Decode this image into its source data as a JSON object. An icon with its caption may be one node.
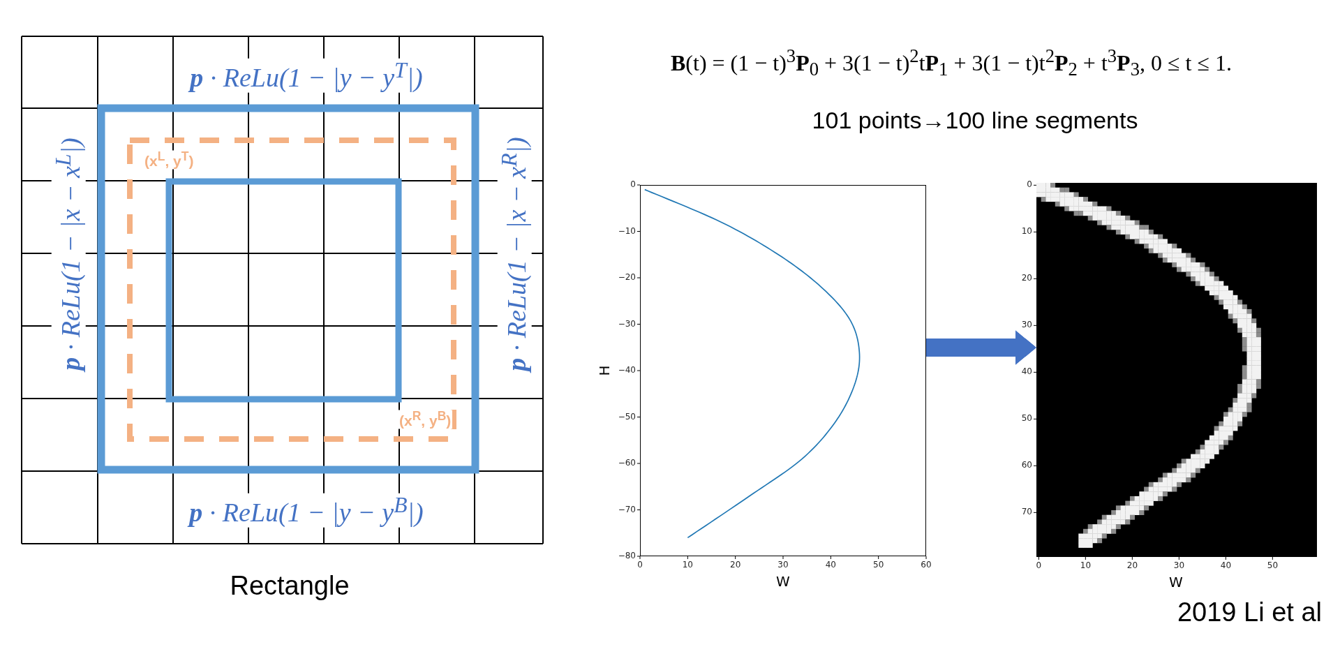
{
  "diagram": {
    "nodes": [
      {
        "text": [],
        "shape": "chart"
      },
      {
        "text": [],
        "shape": "picture",
        "beside": [
          "0",
          "10",
          "20",
          "30",
          "40",
          "50",
          "60",
          "70",
          "0",
          "10",
          "20",
          "30",
          "40",
          "50",
          "W"
        ]
      }
    ],
    "edges": [
      {
        "from": 0,
        "to": 1,
        "arrow": "to"
      }
    ],
    "labels": [
      "**p** · ReLu(1 − |y − y$^{T}$|)",
      "**p** · ReLu(1 − |x − x$^{L}$|)",
      "(x$^{L}$, y$^{T}$)",
      "**p** · ReLu(1 − |x − x$^{R}$|)",
      "(x$^{R}$, y$^{B}$)",
      "**p** · ReLu(1 − |y − y$^{B}$|)",
      "Rectangle",
      "**B**(t) = (1 − t)$^{3}$**P**$_{0}$ + 3(1 − t)$^{2}$t**P**$_{1}$ + 3(1 − t)t$^{2}$**P**$_{2}$ + t$^{3}$**P**$_{3}$, 0 ≤ t ≤ 1.",
      "101 points→100 line segments",
      "2019 Li et al"
    ],
    "chart_data": {
      "type": "line",
      "xlabel": "W",
      "ylabel": "H",
      "x": [
        1,
        17,
        29,
        38,
        44,
        46,
        45,
        41,
        34,
        23,
        10
      ],
      "series": [
        {
          "color": "#1f77b4",
          "values": [
            -1,
            -8,
            -15,
            -22,
            -29,
            -36,
            -43,
            -51,
            -59,
            -67,
            -76
          ]
        }
      ],
      "xlim": [
        0,
        60
      ],
      "ylim": [
        -80,
        0
      ],
      "xticks": [
        0,
        10,
        20,
        30,
        40,
        50,
        60
      ],
      "yticks": [
        0,
        {
          "value": -10,
          "label": "−10"
        },
        {
          "value": -20,
          "label": "−20"
        },
        {
          "value": -30,
          "label": "−30"
        },
        {
          "value": -40,
          "label": "−40"
        },
        {
          "value": -50,
          "label": "−50"
        },
        {
          "value": -60,
          "label": "−60"
        },
        {
          "value": -70,
          "label": "−70"
        },
        {
          "value": -80,
          "label": "−80"
        }
      ]
    }
  }
}
